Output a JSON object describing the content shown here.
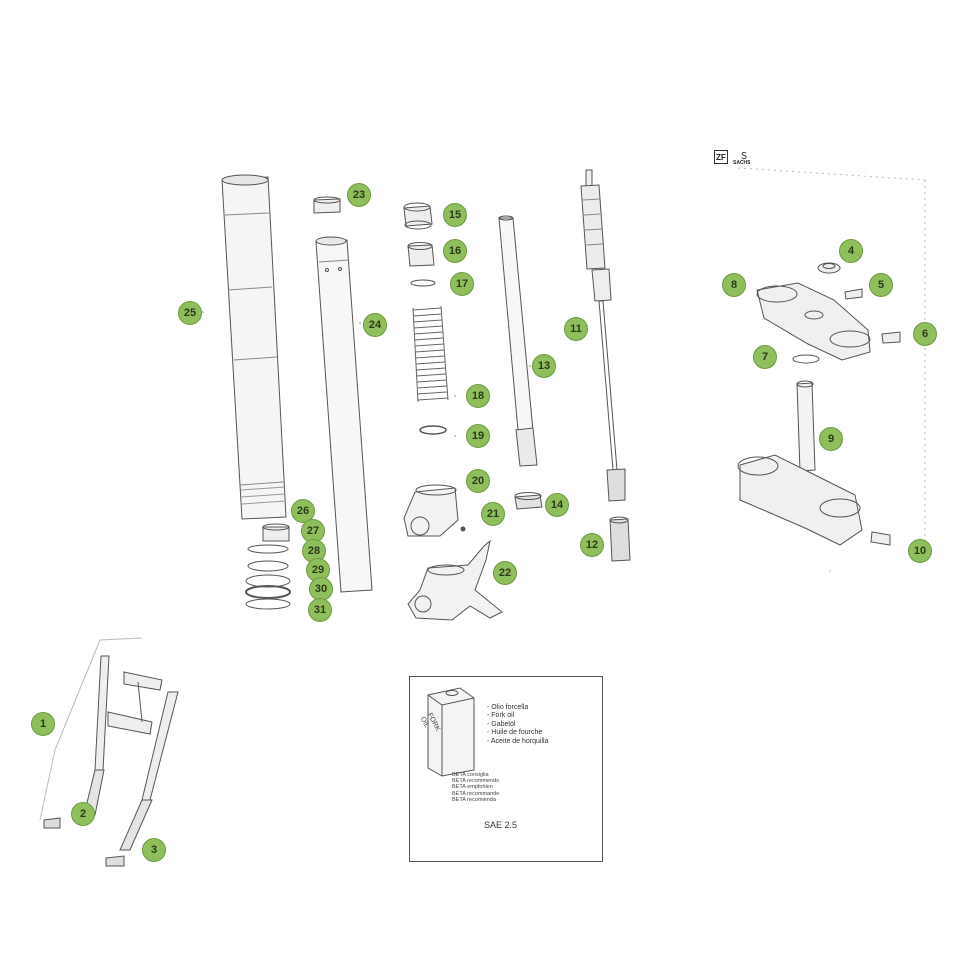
{
  "brand": {
    "logo_text": "ZF",
    "name": "SACHS"
  },
  "callouts": [
    "1",
    "2",
    "3",
    "4",
    "5",
    "6",
    "7",
    "8",
    "9",
    "10",
    "11",
    "12",
    "13",
    "14",
    "15",
    "16",
    "17",
    "18",
    "19",
    "20",
    "21",
    "22",
    "23",
    "24",
    "25",
    "26",
    "27",
    "28",
    "29",
    "30",
    "31"
  ],
  "oil_box": {
    "can_label": "FORK OIL",
    "names": [
      "- Olio forcella",
      "- Fork oil",
      "- Gabelöl",
      "- Huile de fourche",
      "- Aceite de horquilla"
    ],
    "recommend": [
      "BETA consiglia",
      "BETA recommends",
      "BETA empfohlen",
      "BETA recommande",
      "BETA recomienda"
    ],
    "grade": "SAE 2.5"
  },
  "colors": {
    "badge_fill": "#8fbf5c",
    "badge_border": "#6e9a40",
    "line": "#555555"
  }
}
